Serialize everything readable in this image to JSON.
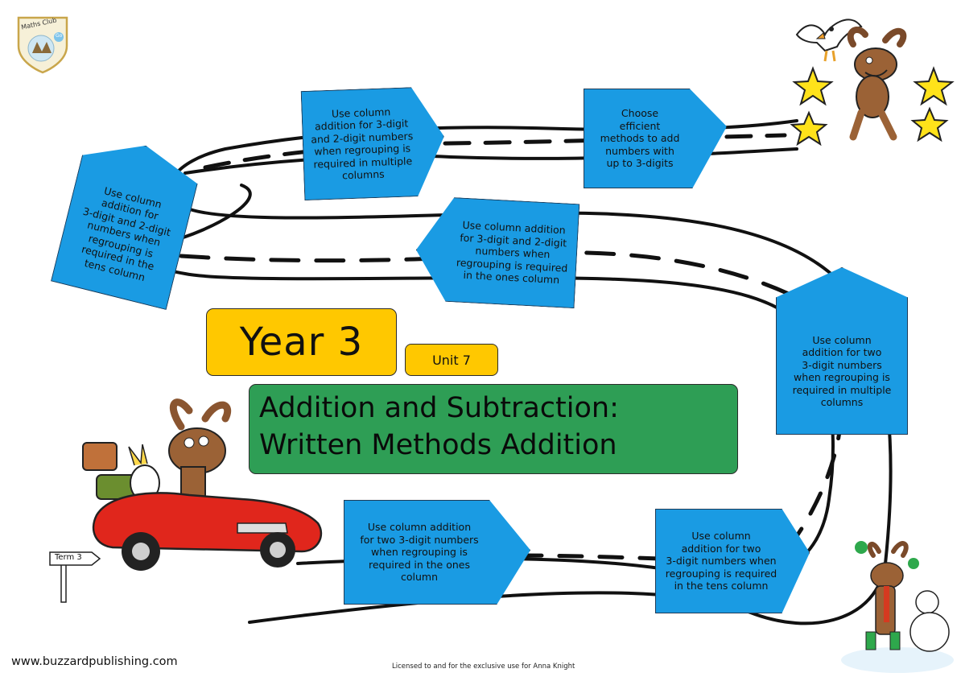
{
  "header": {
    "logo_text": "Maths Club",
    "logo_badge": "Go"
  },
  "title_block": {
    "year": "Year 3",
    "unit": "Unit 7",
    "title_line1": "Addition and Subtraction:",
    "title_line2": "Written Methods Addition"
  },
  "steps": [
    {
      "lines": [
        "Use column",
        "addition for two",
        "3-digit numbers  when",
        "regrouping is required",
        "in the tens column"
      ]
    },
    {
      "lines": [
        "Use column addition",
        "for two 3-digit numbers",
        "when regrouping is",
        "required in the ones",
        "column"
      ]
    },
    {
      "lines": [
        "Use column",
        "addition for two",
        "3-digit numbers",
        "when regrouping is",
        "required in multiple",
        "columns"
      ]
    },
    {
      "lines": [
        "Use column addition",
        "for 3-digit and 2-digit",
        "numbers when",
        "regrouping is required",
        "in the ones column"
      ]
    },
    {
      "lines": [
        "Use column",
        "addition for",
        "3-digit and 2-digit",
        "numbers when",
        "regrouping is",
        "required in the",
        "tens column"
      ]
    },
    {
      "lines": [
        "Use column",
        "addition for 3-digit",
        "and 2-digit numbers",
        "when regrouping is",
        "required in multiple",
        "columns"
      ]
    },
    {
      "lines": [
        "Choose",
        "efficient",
        "methods to add",
        "numbers with",
        "up to 3-digits"
      ]
    }
  ],
  "signpost": {
    "label": "Term 3"
  },
  "footer": {
    "url": "www.buzzardpublishing.com",
    "license": "Licensed to and for the exclusive use for Anna Knight"
  },
  "colors": {
    "step_card": "#1a9be3",
    "year_box": "#ffc800",
    "title_box": "#2e9e55",
    "car": "#e0261c",
    "star": "#ffe21a"
  },
  "icons": [
    "logo-badge-icon",
    "star-icon",
    "cockatoo-icon",
    "moose-icon",
    "car-icon",
    "snowman-icon",
    "signpost-icon",
    "luggage-icon"
  ]
}
